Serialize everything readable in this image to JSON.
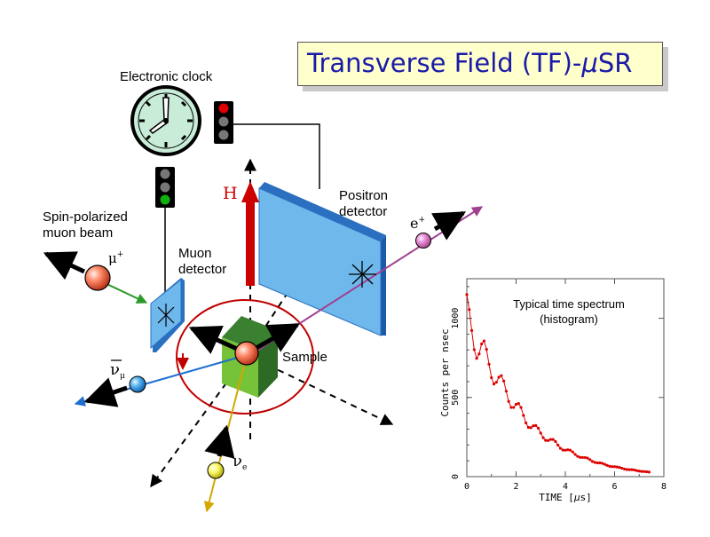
{
  "title": {
    "prefix": "Transverse Field (TF)-",
    "mu": "μ",
    "suffix": "SR"
  },
  "labels": {
    "clock": "Electronic clock",
    "beam_line1": "Spin-polarized",
    "beam_line2": "muon beam",
    "muon_det_line1": "Muon",
    "muon_det_line2": "detector",
    "positron_det_line1": "Positron",
    "positron_det_line2": "detector",
    "sample": "Sample",
    "field": "H",
    "muon": "μ",
    "muon_charge": "+",
    "positron": "e",
    "positron_charge": "+",
    "nu_mu": "ν",
    "nu_mu_sub": "μ",
    "nu_e": "ν",
    "nu_e_sub": "e"
  },
  "colors": {
    "field_arrow": "#cc0000",
    "detector": "#6fb8ec",
    "detector_edge": "#2a6fc0",
    "sample_face": "#5aa63c",
    "sample_top": "#3a8030",
    "title_text": "#1a1aa8",
    "spectrum_curve": "#dd0000",
    "ellipse": "#c00000"
  },
  "chart_data": {
    "type": "line",
    "annotation_line1": "Typical time spectrum",
    "annotation_line2": "(histogram)",
    "xlabel_prefix": "TIME  [",
    "xlabel_mu": "μ",
    "xlabel_suffix": "s]",
    "ylabel": "Counts per nsec",
    "xlim": [
      0,
      8
    ],
    "ylim": [
      0,
      1250
    ],
    "xticks": [
      "0",
      "2",
      "4",
      "6",
      "8"
    ],
    "yticks": [
      "0",
      "500",
      "1000"
    ],
    "series": [
      {
        "x": [
          0.0,
          0.1,
          0.2,
          0.3,
          0.4,
          0.5,
          0.6,
          0.7,
          0.8,
          0.9,
          1.0,
          1.1,
          1.2,
          1.3,
          1.4,
          1.5,
          1.6,
          1.7,
          1.8,
          1.9,
          2.0,
          2.1,
          2.2,
          2.3,
          2.4,
          2.5,
          2.6,
          2.7,
          2.8,
          2.9,
          3.0,
          3.1,
          3.2,
          3.3,
          3.4,
          3.5,
          3.6,
          3.7,
          3.8,
          3.9,
          4.0,
          4.1,
          4.2,
          4.3,
          4.4,
          4.5,
          4.6,
          4.7,
          4.8,
          4.9,
          5.0,
          5.1,
          5.2,
          5.3,
          5.4,
          5.5,
          5.6,
          5.7,
          5.8,
          5.9,
          6.0,
          6.1,
          6.2,
          6.3,
          6.4,
          6.5,
          6.6,
          6.7,
          6.8,
          6.9,
          7.0,
          7.1,
          7.2,
          7.3,
          7.4
        ],
        "y": [
          1150,
          1055,
          923,
          802,
          747,
          775,
          838,
          857,
          804,
          710,
          625,
          585,
          596,
          628,
          638,
          604,
          540,
          475,
          437,
          437,
          457,
          462,
          437,
          387,
          339,
          311,
          309,
          321,
          323,
          306,
          275,
          246,
          229,
          228,
          235,
          235,
          222,
          199,
          179,
          168,
          167,
          170,
          167,
          156,
          140,
          128,
          122,
          121,
          121,
          117,
          107,
          96,
          90,
          87,
          87,
          84,
          78,
          71,
          65,
          63,
          63,
          61,
          58,
          53,
          48,
          45,
          44,
          44,
          42,
          38,
          35,
          33,
          32,
          31,
          29
        ]
      }
    ]
  }
}
